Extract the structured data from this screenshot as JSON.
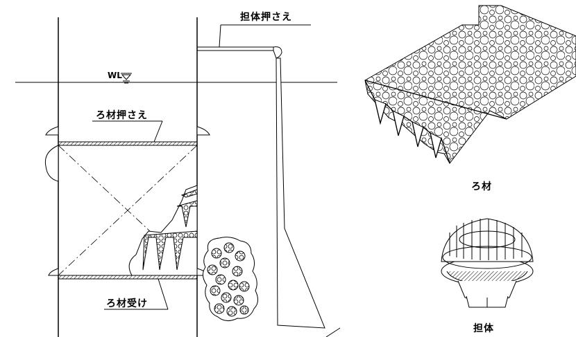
{
  "labels": {
    "carrier_holder": "担体押さえ",
    "water_level": "WL",
    "filter_holder": "ろ材押さえ",
    "filter_support": "ろ材受け",
    "filter_media": "ろ材",
    "carrier": "担体"
  }
}
